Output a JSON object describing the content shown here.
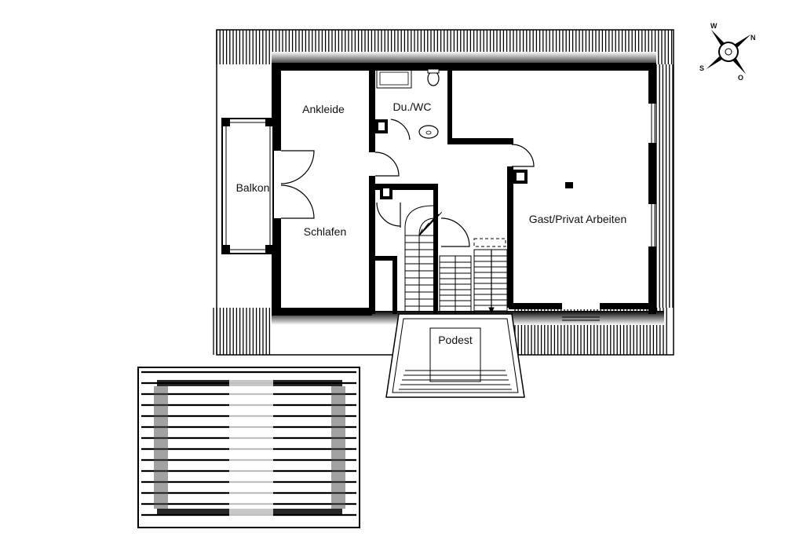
{
  "floorplan": {
    "rooms": [
      {
        "id": "ankleide",
        "label": "Ankleide"
      },
      {
        "id": "du_wc",
        "label": "Du./WC"
      },
      {
        "id": "balkon",
        "label": "Balkon"
      },
      {
        "id": "schlafen",
        "label": "Schlafen"
      },
      {
        "id": "gast",
        "label": "Gast/Privat Arbeiten"
      },
      {
        "id": "podest",
        "label": "Podest"
      }
    ]
  },
  "compass": {
    "letters": {
      "w": "W",
      "n": "N",
      "s": "S",
      "o": "O"
    }
  },
  "colors": {
    "wall": "#000000",
    "background": "#ffffff",
    "line": "#111111"
  }
}
